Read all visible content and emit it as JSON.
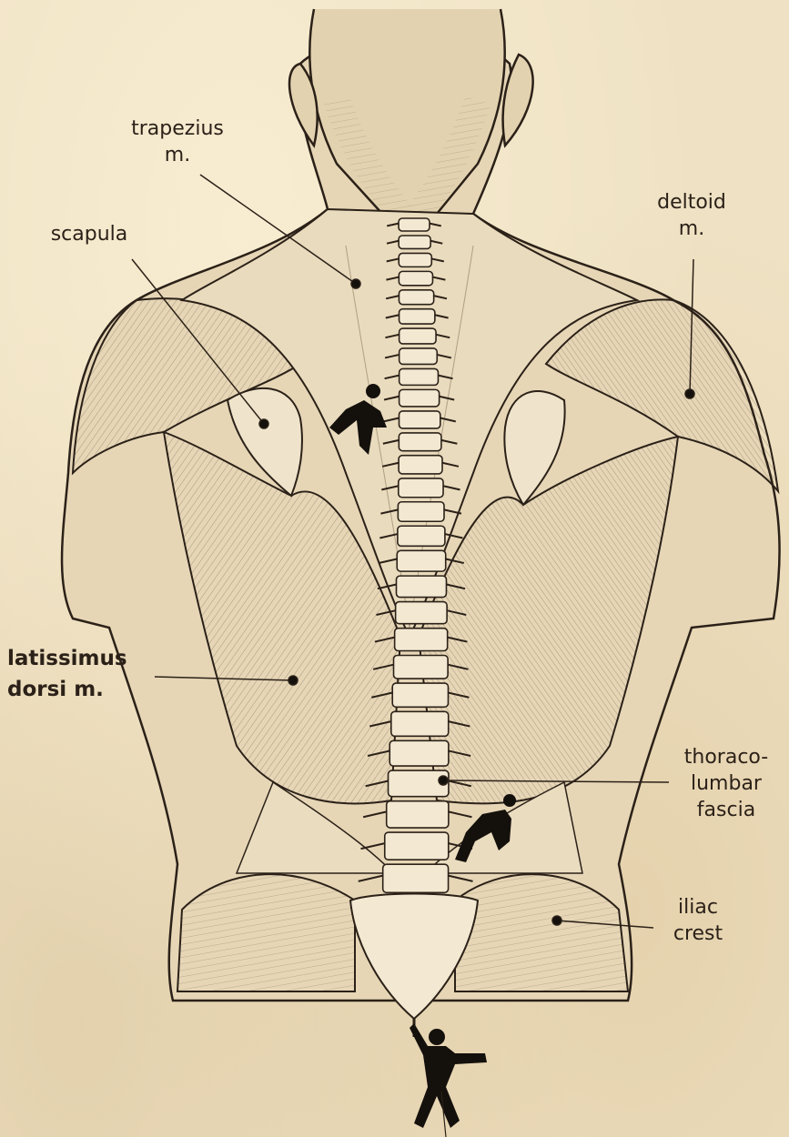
{
  "labels": {
    "trapezius": [
      "trapezius",
      "m."
    ],
    "deltoid": [
      "deltoid",
      "m."
    ],
    "scapula": "scapula",
    "latissimus": [
      "latissimus",
      "dorsi m."
    ],
    "thoracolumbar": [
      "thoraco-",
      "lumbar",
      "fascia"
    ],
    "iliac": [
      "iliac",
      "crest"
    ]
  },
  "colors": {
    "paper": "#efe2c4",
    "ink": "#2b2118",
    "muscle": "#e6d6b6",
    "muscle_shade": "#cdb993",
    "bone": "#f3e9d2"
  }
}
